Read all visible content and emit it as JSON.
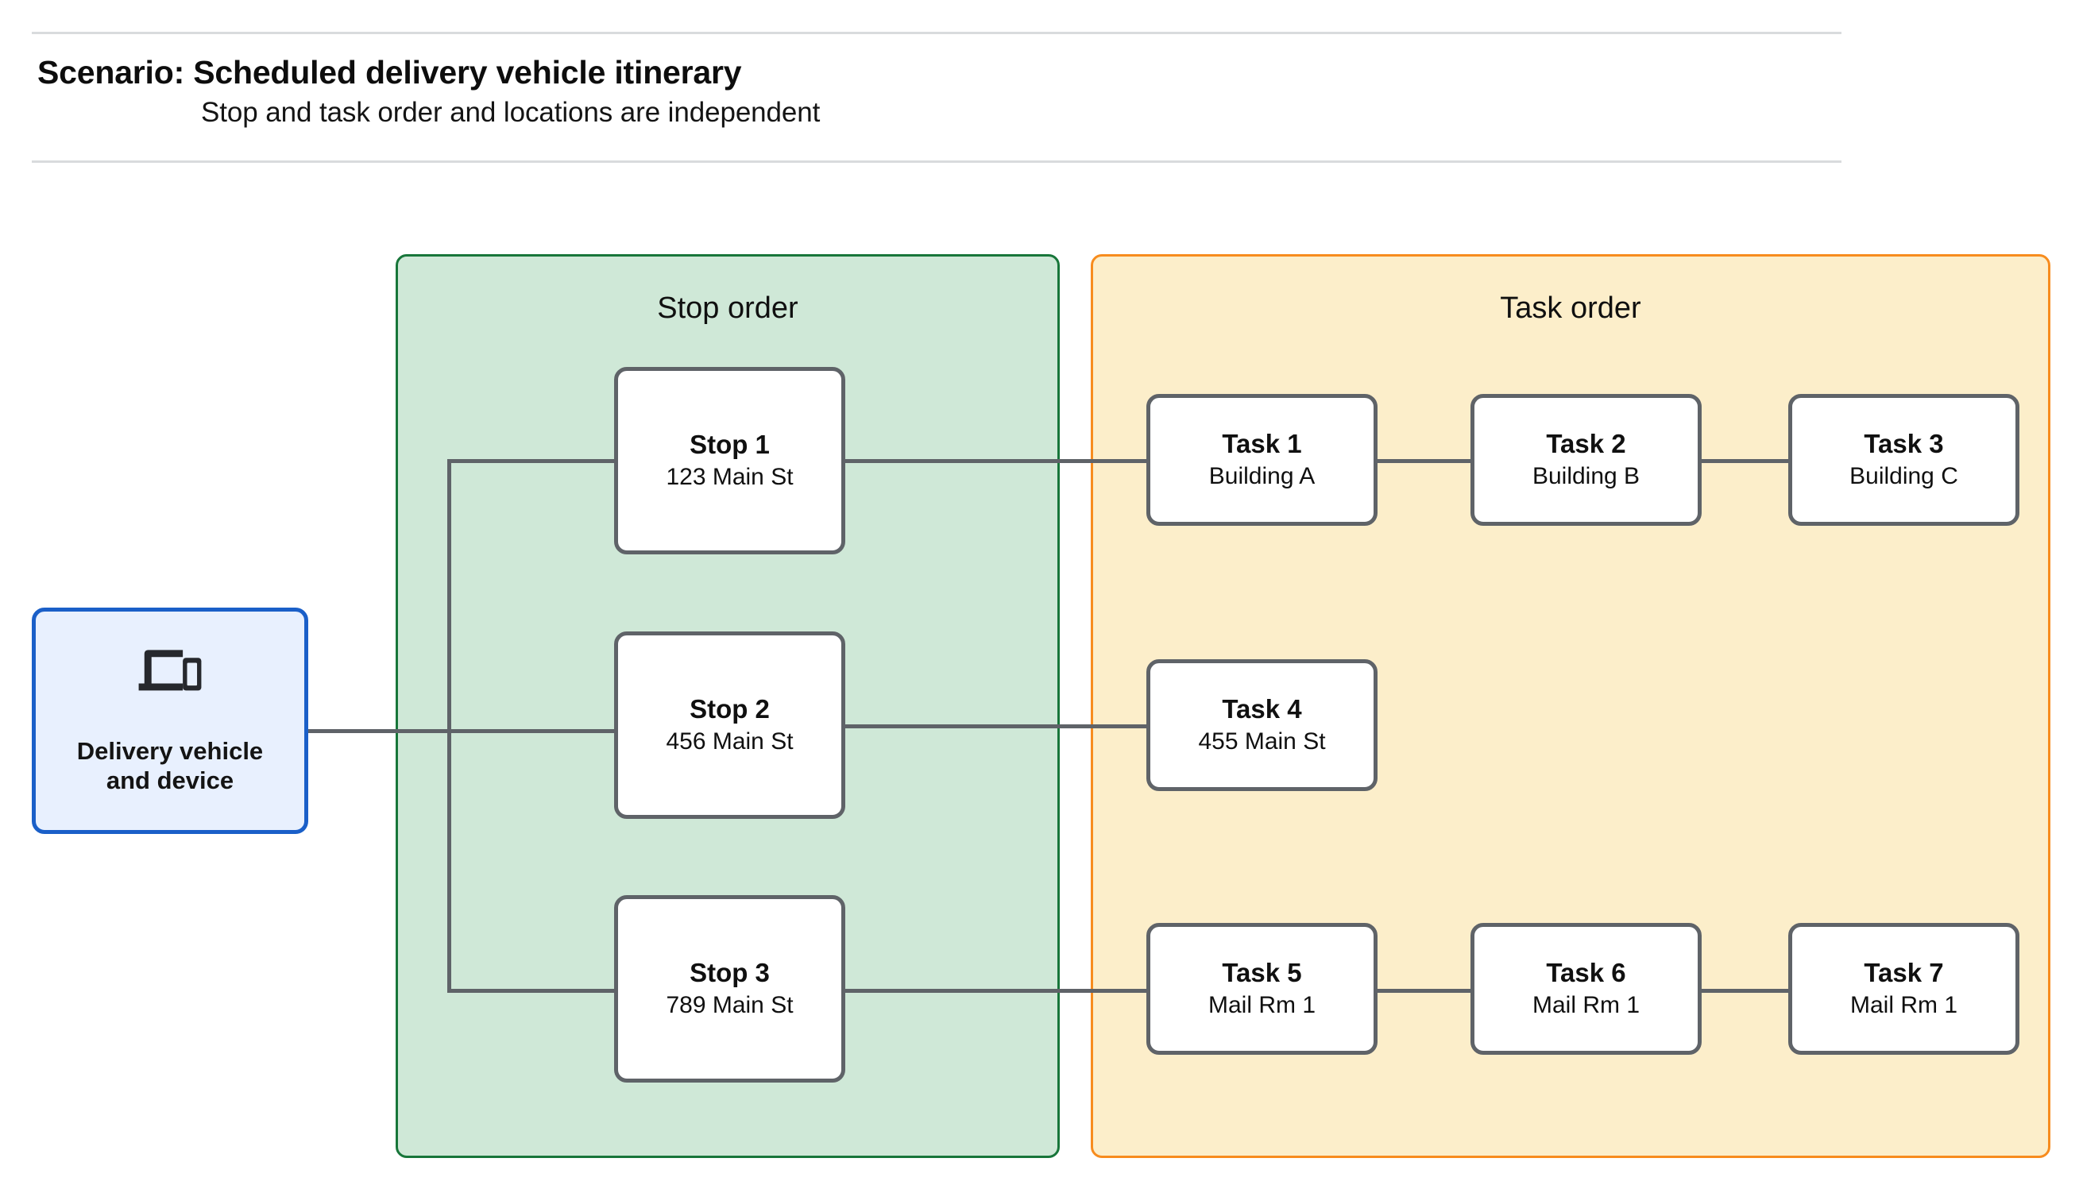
{
  "header": {
    "title": "Scenario: Scheduled delivery vehicle itinerary",
    "subtitle": "Stop and task order and locations are independent"
  },
  "device": {
    "label": "Delivery vehicle\nand device",
    "icon": "devices-icon"
  },
  "groups": {
    "stop": {
      "title": "Stop order"
    },
    "task": {
      "title": "Task order"
    }
  },
  "stops": [
    {
      "title": "Stop 1",
      "detail": "123 Main St"
    },
    {
      "title": "Stop 2",
      "detail": "456 Main St"
    },
    {
      "title": "Stop 3",
      "detail": "789 Main St"
    }
  ],
  "task_rows": [
    [
      {
        "title": "Task 1",
        "detail": "Building A"
      },
      {
        "title": "Task 2",
        "detail": "Building B"
      },
      {
        "title": "Task 3",
        "detail": "Building C"
      }
    ],
    [
      {
        "title": "Task 4",
        "detail": "455 Main St"
      }
    ],
    [
      {
        "title": "Task 5",
        "detail": "Mail Rm 1"
      },
      {
        "title": "Task 6",
        "detail": "Mail Rm 1"
      },
      {
        "title": "Task 7",
        "detail": "Mail Rm 1"
      }
    ]
  ],
  "colors": {
    "stop_group_fill": "#cfe8d7",
    "stop_group_border": "#18763a",
    "task_group_fill": "#fceeca",
    "task_group_border": "#f78c1e",
    "device_fill": "#e8f0fe",
    "device_border": "#1a5fc8",
    "node_border": "#5f6368",
    "connector": "#5f6368",
    "rule": "#d9dbdd",
    "text": "#101010"
  }
}
